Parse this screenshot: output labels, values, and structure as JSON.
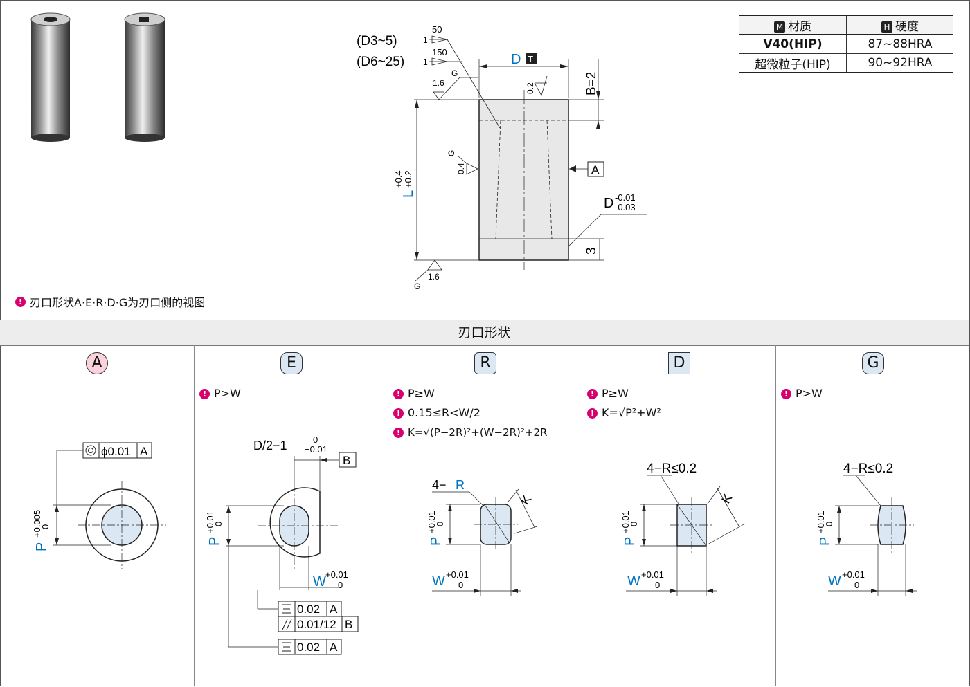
{
  "note": "刃口形状A·E·R·D·G为刃口侧的视图",
  "section_title": "刃口形状",
  "material_table": {
    "header_material_badge": "M",
    "header_material": "材质",
    "header_hardness_badge": "H",
    "header_hardness": "硬度",
    "rows": [
      {
        "material": "V40(HIP)",
        "hardness": "87~88HRA"
      },
      {
        "material": "超微粒子(HIP)",
        "hardness": "90~92HRA"
      }
    ]
  },
  "main_drawing": {
    "range_small": "(D3~5)",
    "range_large": "(D6~25)",
    "rough_50": "50",
    "rough_150": "150",
    "one": "1",
    "g": "G",
    "r16": "1.6",
    "r02": "0.2",
    "r04": "0.4",
    "d_label": "D",
    "t_badge": "T",
    "b_label": "B=2",
    "l_label": "L",
    "l_tol_up": "+0.4",
    "l_tol_low": "+0.2",
    "datum_a": "A",
    "d_tol": "D",
    "d_tol_up": "-0.01",
    "d_tol_low": "-0.03",
    "three": "3"
  },
  "shapes": [
    {
      "id": "A",
      "badge_color": "#f9d2dc",
      "conditions": []
    },
    {
      "id": "E",
      "badge_color": "#dbe8f4",
      "conditions": [
        "P>W"
      ]
    },
    {
      "id": "R",
      "badge_color": "#dbe8f4",
      "conditions": [
        "P≥W",
        "0.15≤R<W/2",
        "K=√(P−2R)²+(W−2R)²+2R"
      ]
    },
    {
      "id": "D",
      "badge_color": "#dbe8f4",
      "conditions": [
        "P≥W",
        "K=√P²+W²"
      ]
    },
    {
      "id": "G",
      "badge_color": "#dbe8f4",
      "conditions": [
        "P>W"
      ]
    }
  ],
  "dims": {
    "p": "P",
    "p_tol_a_up": "+0.005",
    "p_tol_up": "+0.01",
    "zero": "0",
    "w": "W",
    "w_tol_up": "+0.01",
    "conc_tol": "ϕ0.01",
    "conc_datum": "A",
    "e_dim": "D/2−1",
    "e_dim_tol_up": "0",
    "e_dim_tol_low": "−0.01",
    "datum_b": "B",
    "sym_tol": "0.02",
    "par_tol": "0.01/12",
    "four_r": "4−",
    "r": "R",
    "k": "K",
    "four_r_02": "4−R≤0.2"
  },
  "colors": {
    "accent_blue": "#0073c0",
    "badge_pink": "#d6006e",
    "fill": "#dbe8f4"
  }
}
